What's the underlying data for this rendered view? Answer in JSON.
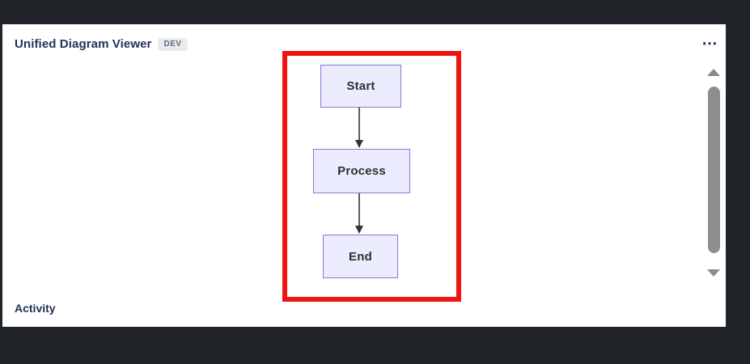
{
  "header": {
    "title": "Unified Diagram Viewer",
    "badge": "DEV"
  },
  "toolbar": {
    "more_options_glyph": "⋯"
  },
  "diagram": {
    "nodes": [
      {
        "id": "start",
        "label": "Start"
      },
      {
        "id": "process",
        "label": "Process"
      },
      {
        "id": "end",
        "label": "End"
      }
    ],
    "edges": [
      {
        "from": "start",
        "to": "process"
      },
      {
        "from": "process",
        "to": "end"
      }
    ],
    "highlight_color": "#f01111",
    "node_fill": "#ececff",
    "node_border": "#9370db",
    "edge_color": "#333333"
  },
  "sections": {
    "activity": "Activity"
  },
  "colors": {
    "frame_bg": "#212529",
    "card_bg": "#ffffff",
    "heading_text": "#1f3058",
    "badge_bg": "#e9ebee",
    "badge_text": "#5f6b76",
    "scrollbar_thumb": "#8e8e8e"
  }
}
